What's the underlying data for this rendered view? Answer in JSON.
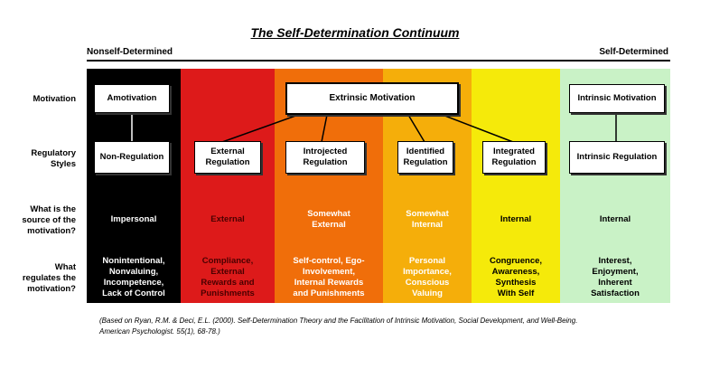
{
  "title": "The Self-Determination Continuum",
  "ends": {
    "left": "Nonself-Determined",
    "right": "Self-Determined"
  },
  "row_labels": {
    "motivation": "Motivation",
    "regulatory_styles": [
      "Regulatory",
      "Styles"
    ],
    "source": [
      "What is the",
      "source of the",
      "motivation?"
    ],
    "regulates": [
      "What",
      "regulates the",
      "motivation?"
    ]
  },
  "colors": {
    "amotivation": "#000000",
    "external": "#dd1a1a",
    "introjected": "#f06e0a",
    "identified": "#f5ae0a",
    "integrated": "#f5ea0a",
    "intrinsic": "#c9f2c6"
  },
  "columns": [
    {
      "id": "amotivation",
      "motivation_box": "Amotivation",
      "regulation_box": "Non-Regulation",
      "source": [
        "Impersonal"
      ],
      "regulates": [
        "Nonintentional,",
        "Nonvaluing,",
        "Incompetence,",
        "Lack of Control"
      ],
      "text_color": "#ffffff"
    },
    {
      "id": "external",
      "regulation_box": [
        "External",
        "Regulation"
      ],
      "source": [
        "External"
      ],
      "regulates": [
        "Compliance,",
        "External",
        "Rewards and",
        "Punishments"
      ],
      "text_color": "#4a0000"
    },
    {
      "id": "introjected",
      "regulation_box": [
        "Introjected",
        "Regulation"
      ],
      "source": [
        "Somewhat",
        "External"
      ],
      "regulates": [
        "Self-control, Ego-",
        "Involvement,",
        "Internal Rewards",
        "and Punishments"
      ],
      "text_color": "#ffffff"
    },
    {
      "id": "identified",
      "regulation_box": [
        "Identified",
        "Regulation"
      ],
      "source": [
        "Somewhat",
        "Internal"
      ],
      "regulates": [
        "Personal",
        "Importance,",
        "Conscious",
        "Valuing"
      ],
      "text_color": "#ffffff"
    },
    {
      "id": "integrated",
      "regulation_box": [
        "Integrated",
        "Regulation"
      ],
      "source": [
        "Internal"
      ],
      "regulates": [
        "Congruence,",
        "Awareness,",
        "Synthesis",
        "With Self"
      ],
      "text_color": "#000000"
    },
    {
      "id": "intrinsic",
      "motivation_box": "Intrinsic Motivation",
      "regulation_box": "Intrinsic Regulation",
      "source": [
        "Internal"
      ],
      "regulates": [
        "Interest,",
        "Enjoyment,",
        "Inherent",
        "Satisfaction"
      ],
      "text_color": "#000000"
    }
  ],
  "extrinsic_box": "Extrinsic Motivation",
  "citation": [
    "(Based on Ryan, R.M. & Deci, E.L. (2000). Self-Determination Theory and the Facilitation of Intrinsic Motivation, Social Development, and Well-Being.",
    "American Psychologist.  55(1), 68-78.)"
  ]
}
